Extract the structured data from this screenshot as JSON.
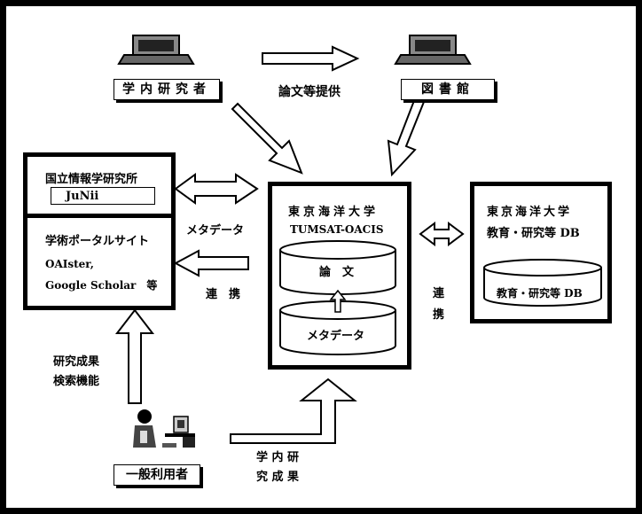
{
  "nodes": {
    "researcher": "学内研究者",
    "library": "図書館",
    "general_user": "一般利用者"
  },
  "edges": {
    "paper_provision": "論文等提供",
    "metadata": "メタデータ",
    "link_left": "連　携",
    "link_right": "連　携",
    "search_function": [
      "研究成果",
      "検索機能"
    ],
    "internal_research": [
      "学 内 研",
      "究 成 果"
    ]
  },
  "nii_box": {
    "title": "国立情報学研究所",
    "service": "JuNii"
  },
  "portal_box": {
    "title": "学術ポータルサイト",
    "line1": "OAIster,",
    "line2": "Google Scholar　等"
  },
  "oacis_box": {
    "title": "東京海洋大学",
    "subtitle": "TUMSAT-OACIS",
    "db_top": "論　文",
    "db_bottom": "メタデータ"
  },
  "edu_box": {
    "title": "東京海洋大学",
    "subtitle": "教育・研究等 DB",
    "db": "教育・研究等 DB"
  },
  "colors": {
    "ink": "#000000",
    "paper": "#ffffff"
  },
  "icons": [
    "laptop-icon",
    "person-at-computer-icon"
  ]
}
